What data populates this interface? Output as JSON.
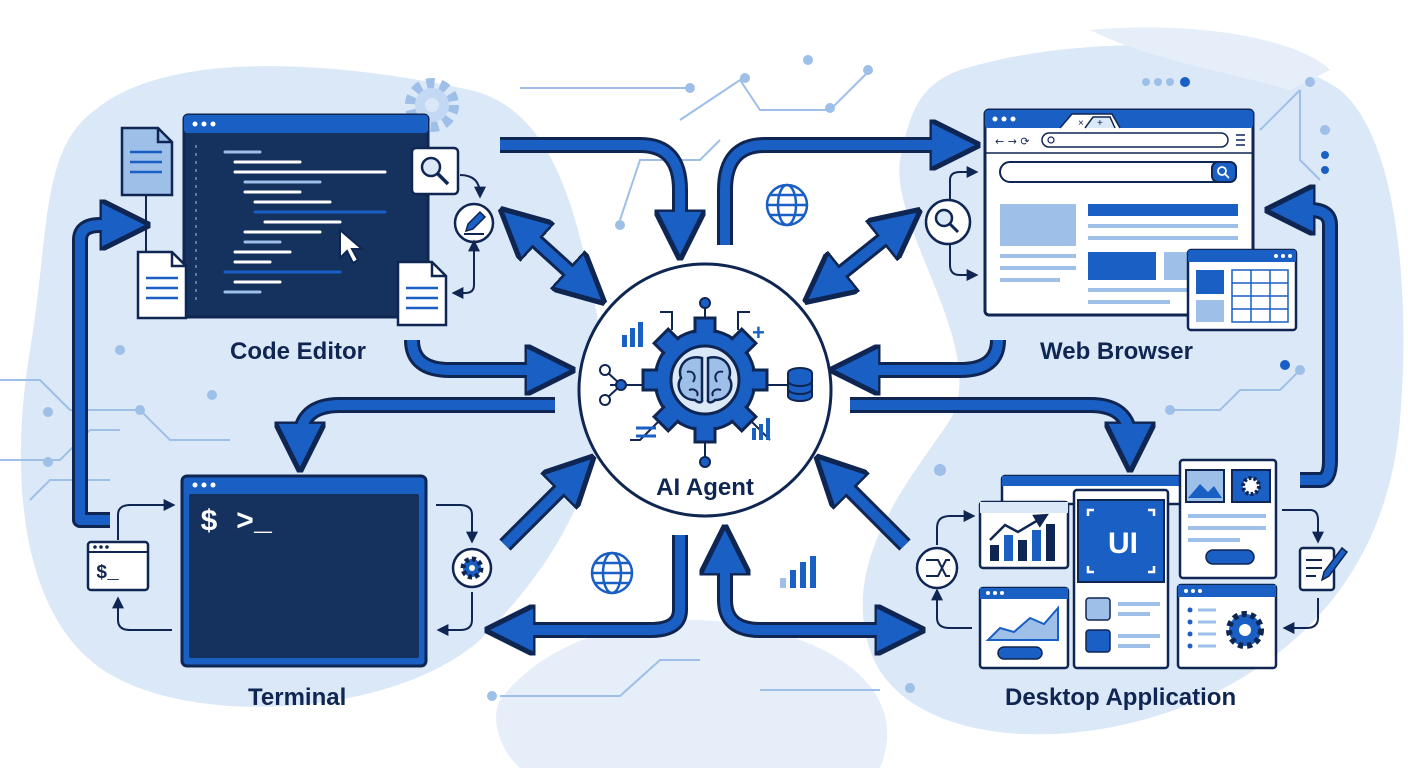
{
  "colors": {
    "primary": "#1a5fc4",
    "navy": "#0f2552",
    "editor_bg": "#15325e",
    "light": "#dbe8f8",
    "white": "#ffffff"
  },
  "center": {
    "label": "AI Agent",
    "icon": "brain-gear-icon"
  },
  "nodes": {
    "code_editor": {
      "label": "Code Editor"
    },
    "web_browser": {
      "label": "Web Browser"
    },
    "terminal": {
      "label": "Terminal",
      "prompt": "$ >_",
      "mini_prompt": "$_"
    },
    "desktop_app": {
      "label": "Desktop Application",
      "ui_badge": "UI"
    }
  }
}
